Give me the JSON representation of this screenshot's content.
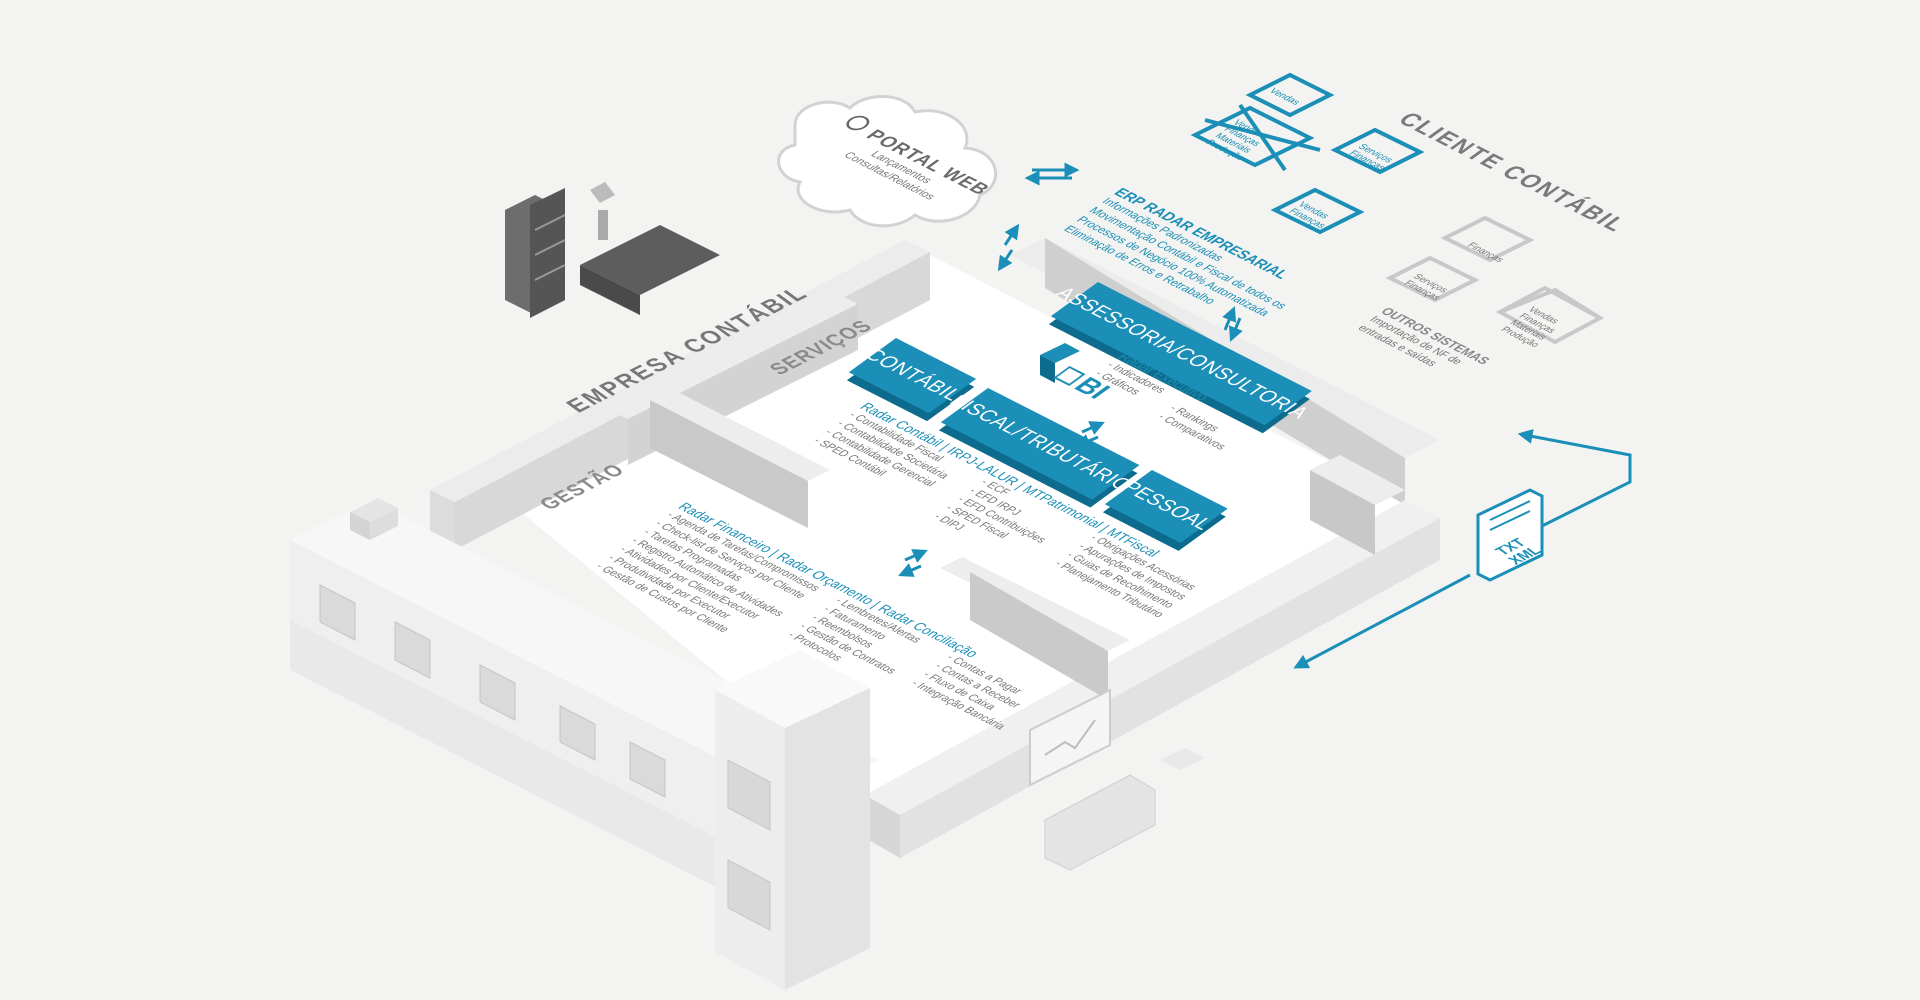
{
  "labels": {
    "empresa_contabil": "EMPRESA CONTÁBIL",
    "servicos": "SERVIÇOS",
    "gestao": "GESTÃO",
    "cliente_contabil": "CLIENTE CONTÁBIL"
  },
  "portal_web": {
    "title": "PORTAL WEB",
    "lines": [
      "Lançamentos",
      "Consultas/Relatórios"
    ]
  },
  "erp": {
    "title": "ERP RADAR EMPRESARIAL",
    "items": [
      "Informações Padronizadas",
      "Movimentação Contábil e Fiscal de todos os",
      "Processos de Negócio 100% Automatizada",
      "Eliminação de Erros e Retrabalho"
    ]
  },
  "client_modules": [
    {
      "lines": [
        "Vendas"
      ]
    },
    {
      "lines": [
        "Vendas",
        "Finanças",
        "Materiais",
        "Produção"
      ]
    },
    {
      "lines": [
        "Serviços",
        "Finanças"
      ]
    },
    {
      "lines": [
        "Vendas",
        "Finanças"
      ]
    }
  ],
  "other_systems": {
    "title": "OUTROS SISTEMAS",
    "desc_lines": [
      "Importação de NF de",
      "entradas e saídas"
    ],
    "modules": [
      {
        "lines": [
          "Finanças"
        ]
      },
      {
        "lines": [
          "Serviços",
          "Finanças"
        ]
      },
      {
        "lines": [
          "Vendas",
          "Finanças",
          "Materiais",
          "Produção"
        ]
      }
    ]
  },
  "blocks": {
    "assessoria": "ASSESSORIA/CONSULTORIA",
    "contabil": "CONTÁBIL",
    "fiscal": "FISCAL/TRIBUTÁRIO",
    "pessoal": "PESSOAL",
    "bi": "BI"
  },
  "radar_executivo": {
    "title": "Radar Executivo",
    "col1": [
      "Indicadores",
      "Gráficos"
    ],
    "col2": [
      "Rankings",
      "Comparativos"
    ]
  },
  "radar_contabil": {
    "title": "Radar Contábil | IRPJ-LALUR | MTPatrimonial | MTFiscal",
    "col1": [
      "Contabilidade Fiscal",
      "Contabilidade Societária",
      "Contabilidade Gerencial",
      "SPED Contábil"
    ],
    "col2": [
      "ECF",
      "EFD IRPJ",
      "EFD Contribuições",
      "SPED Fiscal",
      "DIPJ"
    ],
    "col3": [
      "Obrigações Acessórias",
      "Apurações de Impostos",
      "Guias de Recolhimento",
      "Planejamento Tributário"
    ]
  },
  "radar_financeiro": {
    "title": "Radar Financeiro | Radar Orçamento | Radar Conciliação",
    "col1": [
      "Agenda de Tarefas/Compromissos",
      "Check-list de Serviços por Cliente",
      "Tarefas Programadas",
      "Registro Automático de Atividades",
      "Atividades por Cliente/Executor",
      "Produtividade por Executor",
      "Gestão de Custos por Cliente"
    ],
    "col2": [
      "Lembretes/Alertas",
      "Faturamento",
      "Reembolsos",
      "Gestão de Contratos",
      "Protocolos"
    ],
    "col3": [
      "Contas a Pagar",
      "Contas a Receber",
      "Fluxo de Caixa",
      "Integração Bancária"
    ]
  },
  "file_icon": {
    "lines": [
      "TXT",
      "XML"
    ]
  },
  "colors": {
    "accent": "#1b8fb7",
    "accent_dark": "#0d6c8e",
    "bg": "#f3f3f1"
  }
}
